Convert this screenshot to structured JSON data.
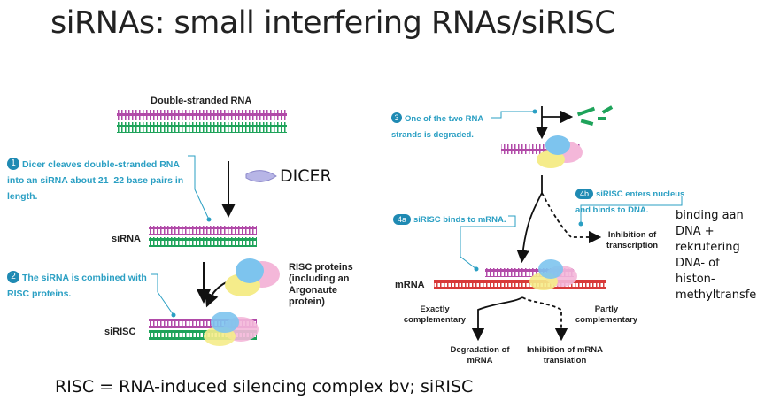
{
  "title": "siRNAs: small interfering RNAs/siRISC",
  "left": {
    "ds_rna_label": "Double-stranded RNA",
    "step1_num": "1",
    "step1_text": "Dicer cleaves double-stranded RNA into an siRNA about 21–22 base pairs in length.",
    "dicer_label": "DICER",
    "sirna_label": "siRNA",
    "step2_num": "2",
    "step2_text": "The siRNA is combined with RISC proteins.",
    "risc_proteins": "RISC proteins (including an Argonaute protein)",
    "sirisc_label": "siRISC"
  },
  "right": {
    "step3_num": "3",
    "step3_text": "One of the two RNA strands is degraded.",
    "step4b_num": "4b",
    "step4b_text": "siRISC enters nucleus and binds to DNA.",
    "step4a_num": "4a",
    "step4a_text": "siRISC binds to mRNA.",
    "inhibition_transcription": "Inhibition of transcription",
    "mrna_label": "mRNA",
    "exactly_complementary": "Exactly complementary",
    "partly_complementary": "Partly complementary",
    "degradation": "Degradation of mRNA",
    "inhibition_translation": "Inhibition of mRNA translation"
  },
  "side_note": "binding aan DNA + rekrutering DNA- of histon-methyltransferasen",
  "footer": "RISC = RNA-induced silencing complex bv; siRISC",
  "colors": {
    "sense": "#b14aa8",
    "antisense": "#1ea35a",
    "mrna": "#d83a3a",
    "callout": "#2a9fc3"
  }
}
